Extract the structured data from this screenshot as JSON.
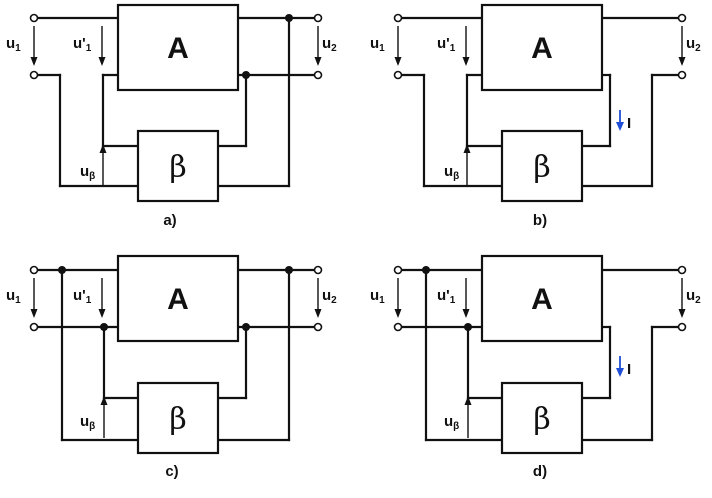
{
  "labels": {
    "u1_main": "u",
    "u1_sub": "1",
    "u1prime_main": "u'",
    "u1prime_sub": "1",
    "u2_main": "u",
    "u2_sub": "2",
    "ubeta_main": "u",
    "ubeta_sub": "β",
    "box_a": "A",
    "box_beta": "β",
    "current": "I"
  },
  "captions": {
    "a": "a)",
    "b": "b)",
    "c": "c)",
    "d": "d)"
  },
  "colors": {
    "wire": "#111111",
    "current_arrow": "#1f4fd6"
  }
}
